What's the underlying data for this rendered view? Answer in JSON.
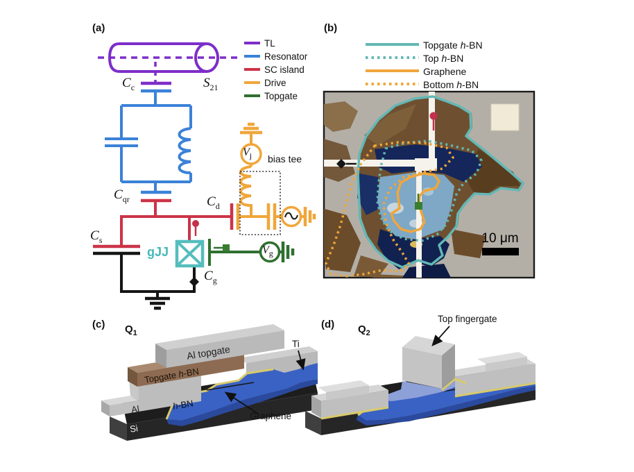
{
  "figure": {
    "panel_a": {
      "tag": "(a)",
      "s21": {
        "base": "S",
        "sub": "21"
      },
      "labels": {
        "cc": {
          "base": "C",
          "sub": "c"
        },
        "cqr": {
          "base": "C",
          "sub": "qr"
        },
        "cs": {
          "base": "C",
          "sub": "s"
        },
        "cd": {
          "base": "C",
          "sub": "d"
        },
        "cg": {
          "base": "C",
          "sub": "g"
        },
        "vj": {
          "base": "V",
          "sub": "j"
        },
        "vg": {
          "base": "V",
          "sub": "g"
        },
        "gjj": "gJJ",
        "bias_tee": "bias tee"
      },
      "legend": [
        {
          "label": "TL",
          "color": "#7d2ec8"
        },
        {
          "label": "Resonator",
          "color": "#3b82d8"
        },
        {
          "label": "SC island",
          "color": "#cc3347"
        },
        {
          "label": "Drive",
          "color": "#f0a63a"
        },
        {
          "label": "Topgate",
          "color": "#2f7030"
        }
      ],
      "colors": {
        "tl": "#7d2ec8",
        "resonator": "#3b82d8",
        "sc_island": "#cc3347",
        "drive": "#f0a63a",
        "topgate": "#2f7030",
        "gjj_teal": "#55bdbd"
      }
    },
    "panel_b": {
      "tag": "(b)",
      "legend": [
        {
          "pre": "Topgate ",
          "it": "h",
          "rest": "-BN",
          "color": "#63b8b5",
          "dashed": false
        },
        {
          "pre": "Top ",
          "it": "h",
          "rest": "-BN",
          "color": "#63b8b5",
          "dashed": true
        },
        {
          "pre": "Graphene",
          "it": "",
          "rest": "",
          "color": "#f0a63a",
          "dashed": false
        },
        {
          "pre": "Bottom ",
          "it": "h",
          "rest": "-BN",
          "color": "#f0a63a",
          "dashed": true
        }
      ],
      "scale_bar": "10 μm",
      "markers": {
        "drain": {
          "shape": "circle",
          "color": "#c2314b"
        },
        "source": {
          "shape": "diamond",
          "color": "#151515"
        },
        "gate": {
          "shape": "square",
          "color": "#3a7d2f"
        }
      }
    },
    "panel_c": {
      "tag": "(c)",
      "device": {
        "base": "Q",
        "sub": "1"
      },
      "labels": {
        "al_topgate": "Al topgate",
        "topgate_hbn": {
          "pre": "Topgate ",
          "it": "h",
          "rest": "-BN"
        },
        "hbn": {
          "pre": "",
          "it": "h",
          "rest": "-BN"
        },
        "al": "Al",
        "si": "Si",
        "ti": "Ti",
        "graphene": "Graphene"
      }
    },
    "panel_d": {
      "tag": "(d)",
      "device": {
        "base": "Q",
        "sub": "2"
      },
      "labels": {
        "top_fingergate": "Top fingergate"
      }
    }
  }
}
